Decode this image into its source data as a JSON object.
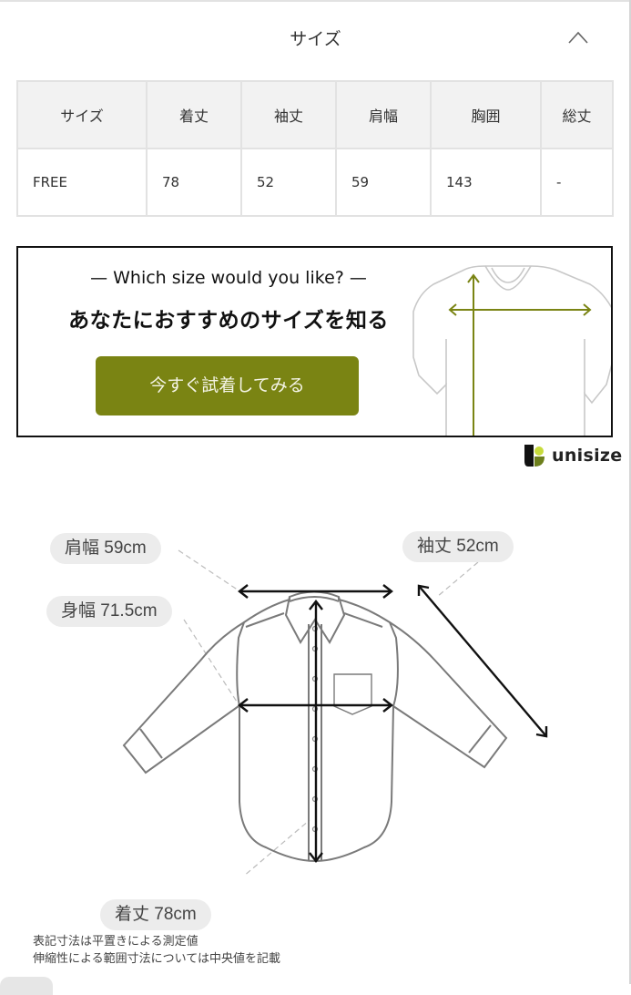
{
  "section": {
    "title": "サイズ",
    "collapse_icon": "chevron-up-icon"
  },
  "size_table": {
    "headers": [
      "サイズ",
      "着丈",
      "袖丈",
      "肩幅",
      "胸囲",
      "総丈"
    ],
    "rows": [
      [
        "FREE",
        "78",
        "52",
        "59",
        "143",
        "-"
      ]
    ]
  },
  "banner": {
    "subtitle": "— Which size would you like? —",
    "headline": "あなたにおすすめのサイズを知る",
    "button_label": "今すぐ試着してみる",
    "button_color": "#7a8413",
    "illustration": "tshirt-measure-illustration"
  },
  "brand": {
    "logo_icon": "unisize-logo-icon",
    "name": "unisize"
  },
  "measurements": {
    "shoulder": "肩幅 59cm",
    "body_width": "身幅 71.5cm",
    "sleeve": "袖丈 52cm",
    "length": "着丈 78cm"
  },
  "notes": {
    "line1": "表記寸法は平置きによる測定値",
    "line2": "伸縮性による範囲寸法については中央値を記載"
  }
}
